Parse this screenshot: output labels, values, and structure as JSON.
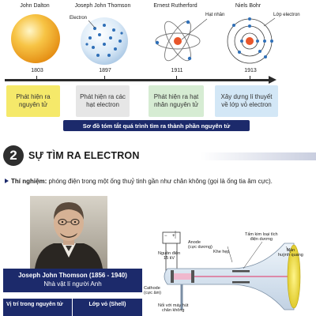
{
  "timeline": {
    "scientists": [
      {
        "name": "John Dalton",
        "year": "1803"
      },
      {
        "name": "Joseph John Thomson",
        "year": "1897"
      },
      {
        "name": "Ernest Rutherford",
        "year": "1911"
      },
      {
        "name": "Niels Bohr",
        "year": "1913"
      }
    ],
    "model_labels": {
      "electron": "Electron",
      "nucleus": "Hạt nhân",
      "electron_shell": "Lớp electron"
    },
    "discoveries": [
      "Phát hiện ra nguyên tử",
      "Phát hiện ra các hạt electron",
      "Phát hiện ra hạt nhân nguyên tử",
      "Xây dựng lí thuyết về lớp vỏ electron"
    ],
    "caption": "Sơ đồ tóm tắt quá trình tìm ra thành phần nguyên tử"
  },
  "section": {
    "number": "2",
    "title": "SỰ TÌM RA ELECTRON"
  },
  "experiment": {
    "label": "Thí nghiệm:",
    "text": " phóng điện trong một ống thuỷ tinh gần như chân không (gọi là ống tia âm cực)."
  },
  "bio": {
    "name": "Joseph John Thomson (1856 - 1940)",
    "role": "Nhà vật lí người Anh"
  },
  "table": {
    "headers": [
      "Vị trí trong nguyên tử",
      "Lớp vỏ (Shell)"
    ]
  },
  "apparatus": {
    "anode": "Anode\n(cực dương)",
    "power": "Nguồn điện\n15 kV",
    "plus": "+",
    "minus": "−",
    "slit": "Khe hẹp",
    "metal_plate": "Tấm kim loại tích\nđiện dương",
    "screen": "Màn\nhuỳnh quang",
    "cathode": "Cathode\n(cực âm)",
    "pump": "Nối với máy hút\nchân không"
  },
  "colors": {
    "navy": "#1c2a6b",
    "dalton_sphere": "#f4b02a",
    "thomson_sphere": "#d3e6f6",
    "electron_dot": "#2f6fb7",
    "nucleus": "#e8562b"
  }
}
